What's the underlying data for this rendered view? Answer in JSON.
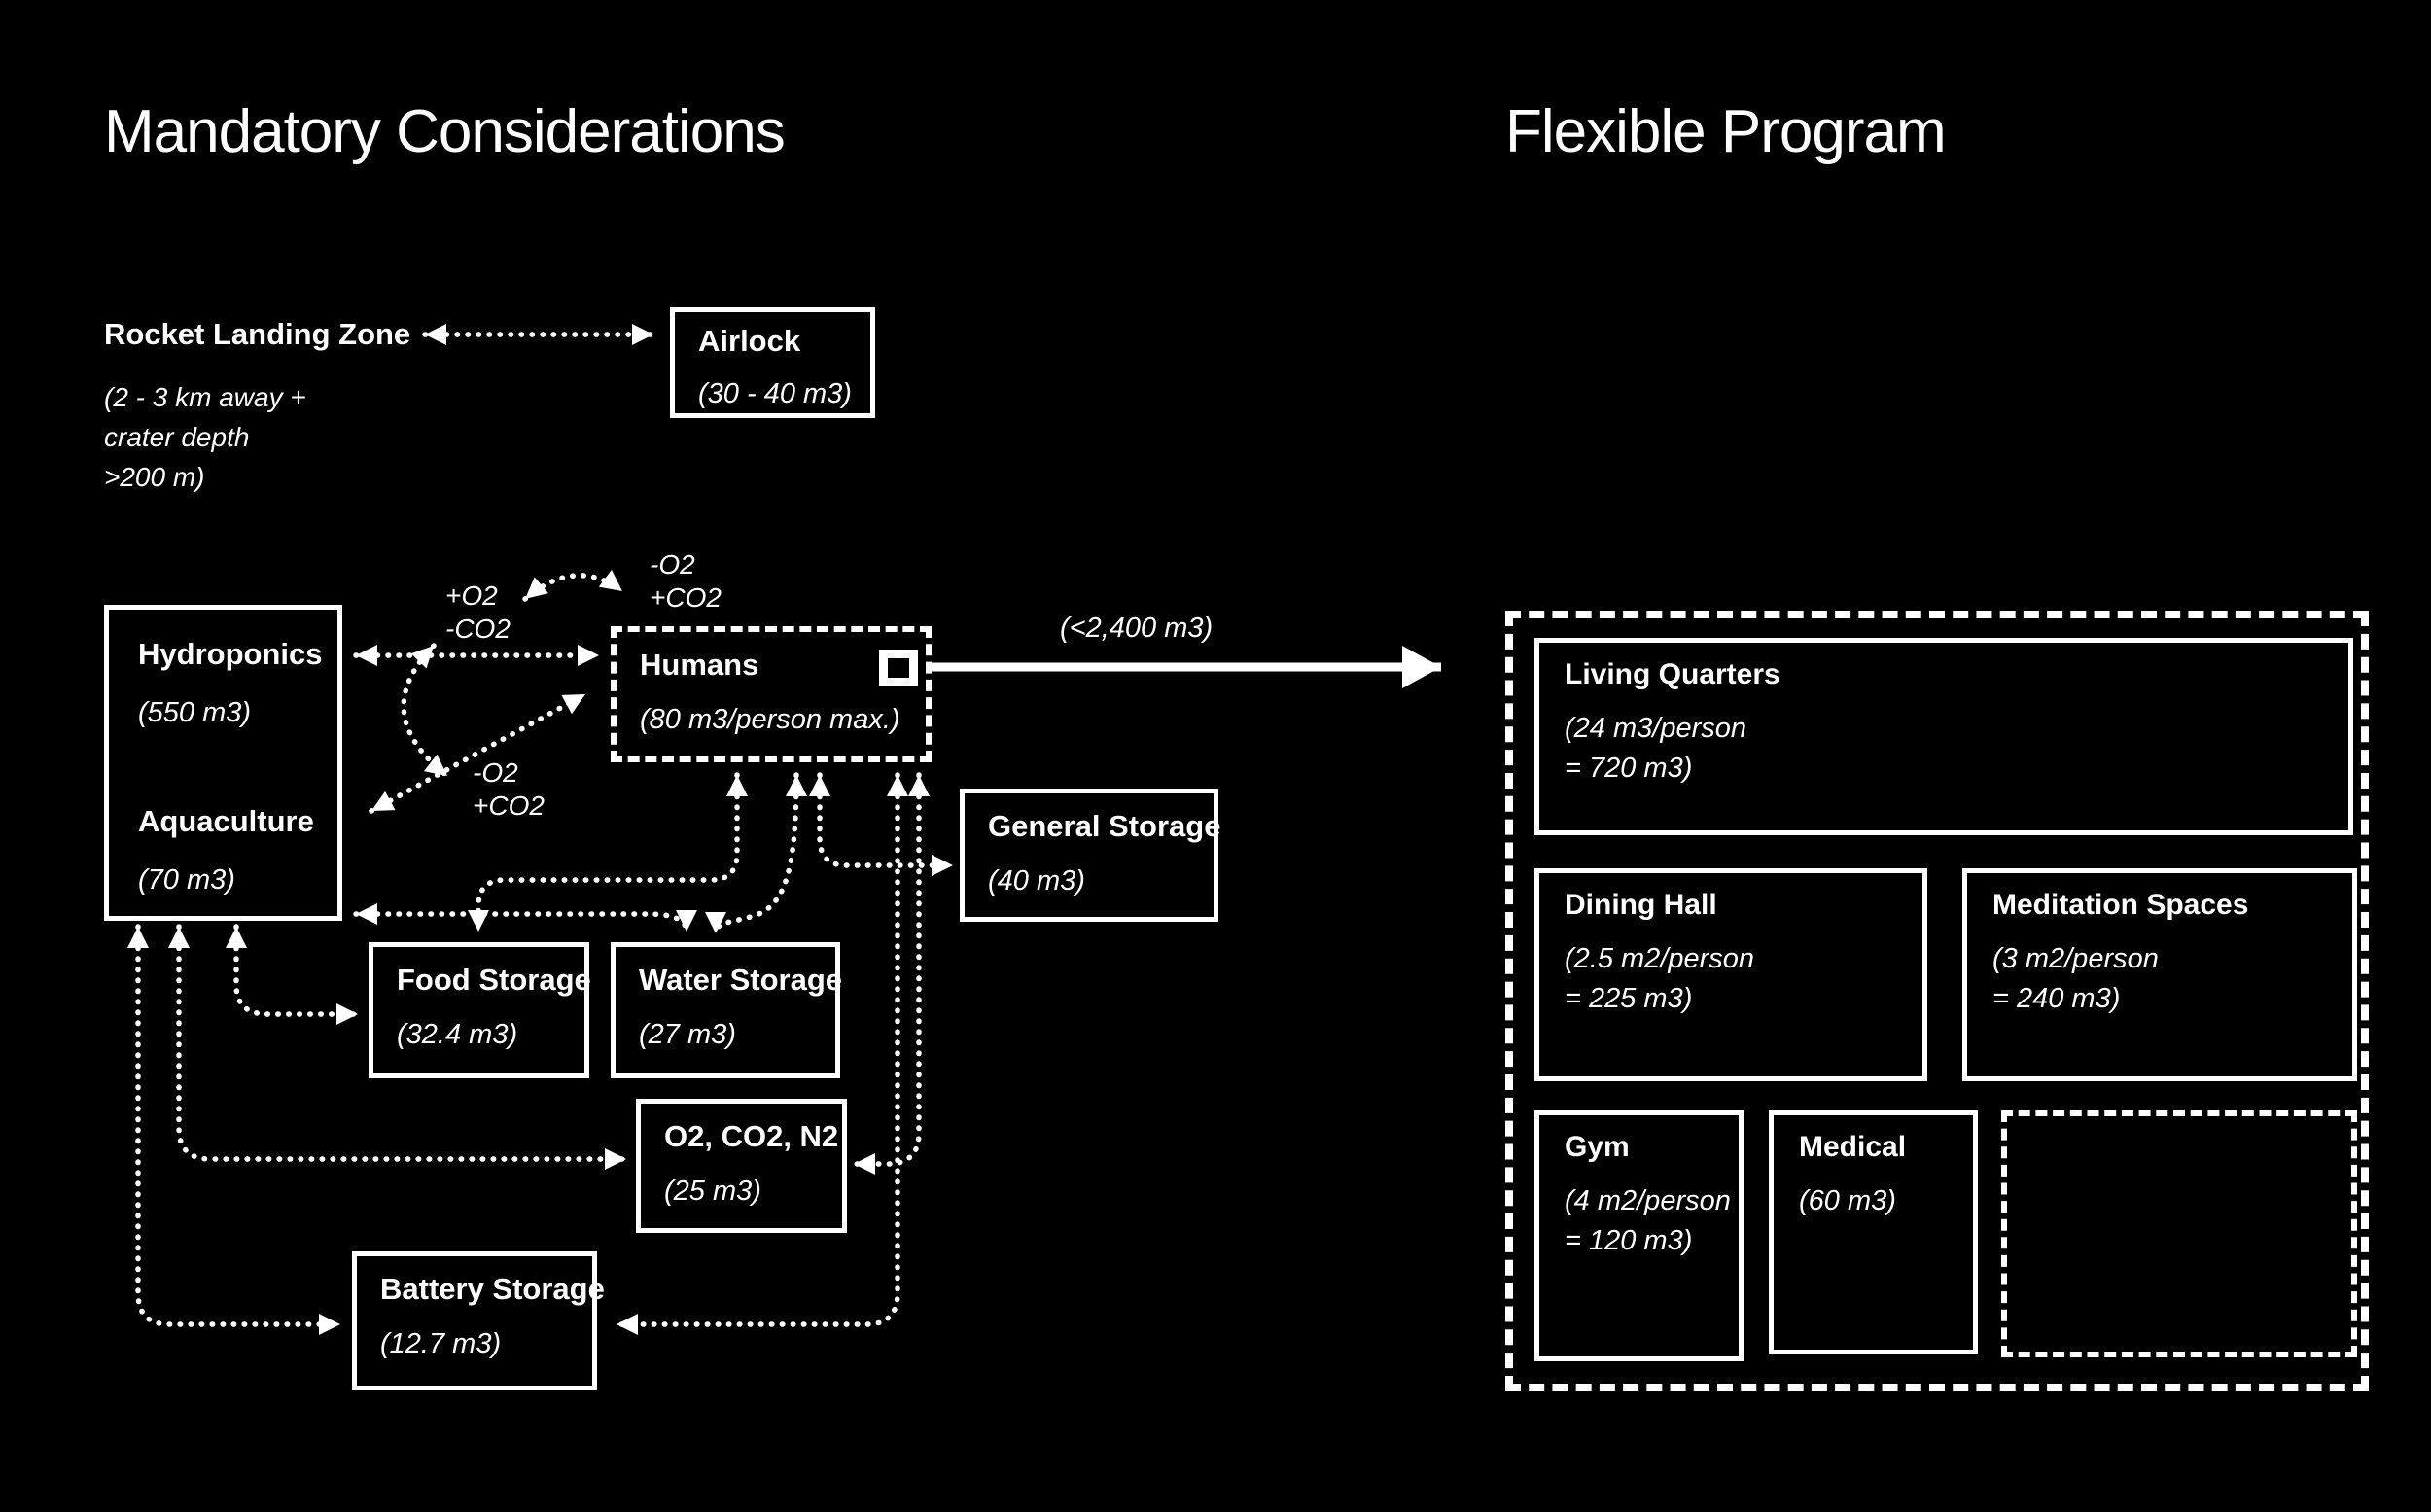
{
  "colors": {
    "background": "#000000",
    "ink": "#ffffff"
  },
  "sections": {
    "mandatory": {
      "title": "Mandatory Considerations"
    },
    "flexible": {
      "title": "Flexible Program"
    }
  },
  "nodes": {
    "rocket_landing_zone": {
      "label": "Rocket Landing Zone",
      "note": [
        "(2 - 3 km away +",
        "crater depth",
        ">200 m)"
      ]
    },
    "airlock": {
      "label": "Airlock",
      "value": "(30 - 40 m3)"
    },
    "hydroponics": {
      "label": "Hydroponics",
      "value": "(550 m3)"
    },
    "aquaculture": {
      "label": "Aquaculture",
      "value": "(70 m3)"
    },
    "humans": {
      "label": "Humans",
      "value": "(80 m3/person max.)"
    },
    "general_storage": {
      "label": "General Storage",
      "value": "(40 m3)"
    },
    "food_storage": {
      "label": "Food Storage",
      "value": "(32.4 m3)"
    },
    "water_storage": {
      "label": "Water Storage",
      "value": "(27 m3)"
    },
    "gas_storage": {
      "label": "O2, CO2, N2",
      "value": "(25 m3)"
    },
    "battery_storage": {
      "label": "Battery Storage",
      "value": "(12.7 m3)"
    }
  },
  "labels": {
    "hydro_exchange": [
      "+O2",
      "-CO2"
    ],
    "humans_exchange_top": [
      "-O2",
      "+CO2"
    ],
    "aqua_exchange": [
      "-O2",
      "+CO2"
    ],
    "total_volume": "(<2,400 m3)"
  },
  "rooms": {
    "living_quarters": {
      "label": "Living Quarters",
      "value": [
        "(24 m3/person",
        "= 720 m3)"
      ]
    },
    "dining_hall": {
      "label": "Dining Hall",
      "value": [
        "(2.5 m2/person",
        "= 225 m3)"
      ]
    },
    "meditation_spaces": {
      "label": "Meditation Spaces",
      "value": [
        "(3 m2/person",
        "= 240 m3)"
      ]
    },
    "gym": {
      "label": "Gym",
      "value": [
        "(4 m2/person",
        "= 120 m3)"
      ]
    },
    "medical": {
      "label": "Medical",
      "value": [
        "(60 m3)"
      ]
    }
  }
}
